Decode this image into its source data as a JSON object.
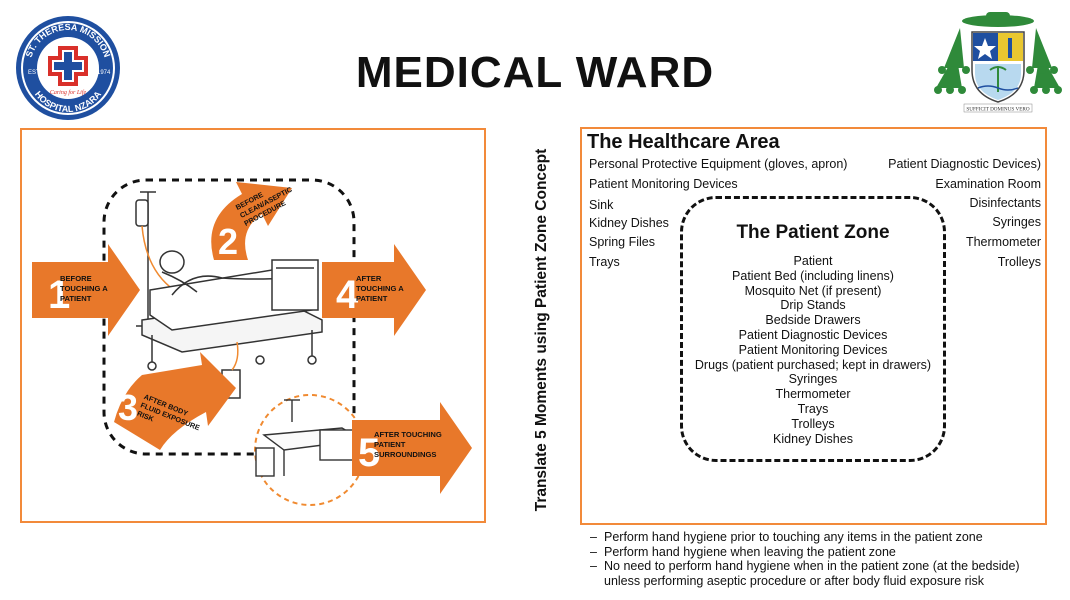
{
  "title": "MEDICAL WARD",
  "logo_left": {
    "top_text": "ST. THERESA MISSION",
    "bottom_text": "HOSPITAL NZARA",
    "motto": "Caring for Life",
    "left_text": "EST",
    "right_text": "1974"
  },
  "logo_right": {
    "motto": "SUFFICIT DOMINUS VERO"
  },
  "moments": [
    {
      "number": "1",
      "label": "BEFORE TOUCHING A PATIENT"
    },
    {
      "number": "2",
      "label": "BEFORE CLEAN/ASEPTIC PROCEDURE"
    },
    {
      "number": "3",
      "label": "AFTER BODY FLUID EXPOSURE RISK"
    },
    {
      "number": "4",
      "label": "AFTER TOUCHING A PATIENT"
    },
    {
      "number": "5",
      "label": "AFTER TOUCHING PATIENT SURROUNDINGS"
    }
  ],
  "vertical_label": "Translate 5 Moments using Patient Zone Concept",
  "healthcare_area": {
    "title": "The Healthcare Area",
    "left_items": [
      "Personal Protective Equipment (gloves, apron)",
      "Patient Monitoring Devices",
      "Sink",
      "Kidney Dishes",
      "Spring Files",
      "Trays"
    ],
    "right_items": [
      "Patient Diagnostic Devices)",
      "Examination Room",
      "Disinfectants",
      "Syringes",
      "Thermometer",
      "Trolleys"
    ]
  },
  "patient_zone": {
    "title": "The Patient Zone",
    "items": [
      "Patient",
      "Patient Bed (including linens)",
      "Mosquito Net (if present)",
      "Drip Stands",
      "Bedside Drawers",
      "Patient Diagnostic Devices",
      "Patient Monitoring Devices",
      "Drugs (patient purchased; kept in drawers)",
      "Syringes",
      "Thermometer",
      "Trays",
      "Trolleys",
      "Kidney Dishes"
    ]
  },
  "notes": [
    "Perform hand hygiene prior to touching any items in the patient zone",
    "Perform hand hygiene when leaving the patient zone",
    "No need to perform hand hygiene when in the patient zone (at the bedside) unless performing aseptic procedure or after body fluid exposure risk"
  ],
  "colors": {
    "accent": "#f28a3a",
    "arrow": "#e8782a",
    "text": "#111111"
  }
}
